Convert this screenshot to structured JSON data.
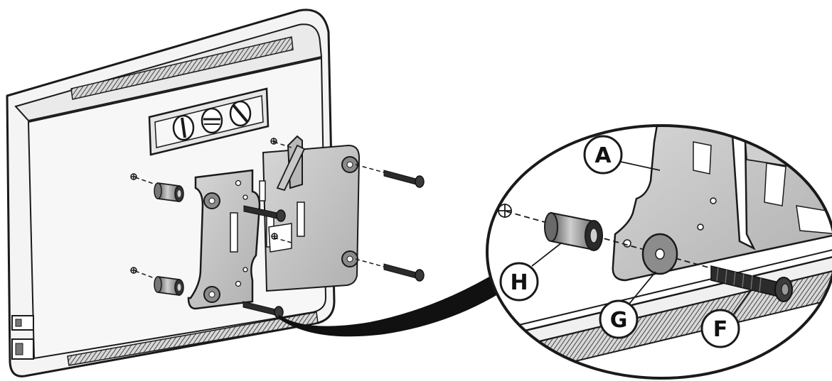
{
  "callouts": {
    "a": "A",
    "f": "F",
    "g": "G",
    "h": "H"
  },
  "colors": {
    "outline": "#1a1a1a",
    "monitor_back": "#f4f4f4",
    "bracket": "#c8c8c8",
    "bracket_dark": "#9a9a9a",
    "screw": "#2b2b2b",
    "vent": "#555555"
  }
}
